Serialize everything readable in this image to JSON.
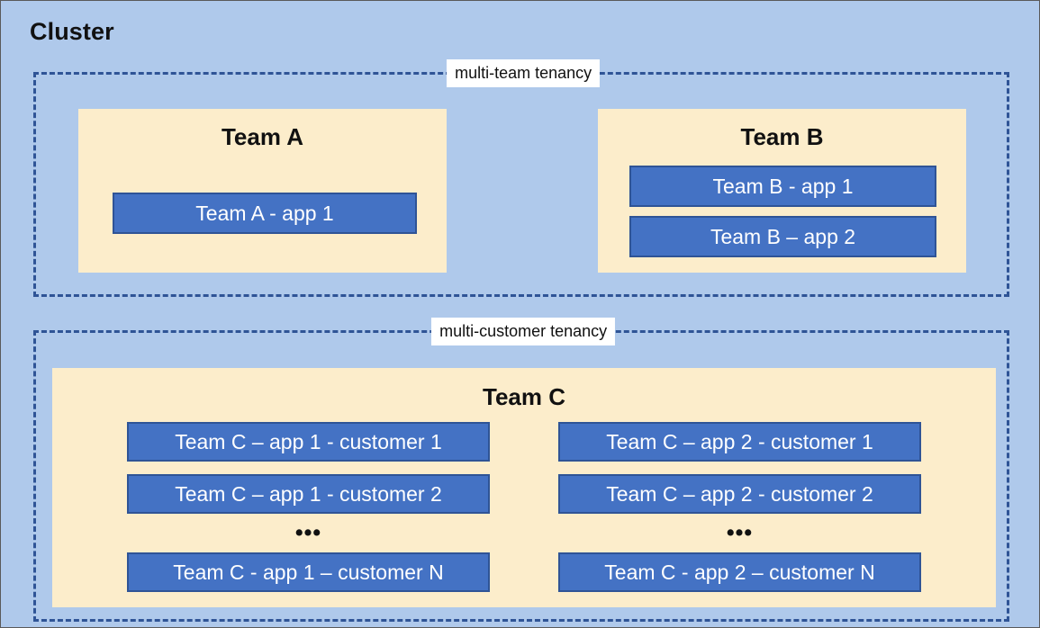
{
  "diagram": {
    "title": "Cluster",
    "colors": {
      "background": "#AFC9EB",
      "group_border": "#2F5496",
      "team_fill": "#FCEDCB",
      "app_fill": "#4472C4",
      "app_border": "#2F5496",
      "app_text": "#FFFFFF",
      "label_background": "#FFFFFF",
      "text": "#111111"
    },
    "groups": [
      {
        "id": "multi-team-tenancy",
        "label": "multi-team tenancy",
        "teams": [
          {
            "id": "team-a",
            "title": "Team A",
            "apps": [
              "Team A - app 1"
            ]
          },
          {
            "id": "team-b",
            "title": "Team B",
            "apps": [
              "Team B - app 1",
              "Team B – app 2"
            ]
          }
        ]
      },
      {
        "id": "multi-customer-tenancy",
        "label": "multi-customer tenancy",
        "teams": [
          {
            "id": "team-c",
            "title": "Team C",
            "columns": [
              {
                "id": "team-c-app-1",
                "apps_before_ellipsis": [
                  "Team C – app 1 - customer 1",
                  "Team C – app 1 - customer 2"
                ],
                "ellipsis": "•••",
                "apps_after_ellipsis": [
                  "Team C - app 1 – customer N"
                ]
              },
              {
                "id": "team-c-app-2",
                "apps_before_ellipsis": [
                  "Team C – app 2 - customer 1",
                  "Team C – app 2 - customer 2"
                ],
                "ellipsis": "•••",
                "apps_after_ellipsis": [
                  "Team C - app 2 – customer N"
                ]
              }
            ]
          }
        ]
      }
    ]
  }
}
